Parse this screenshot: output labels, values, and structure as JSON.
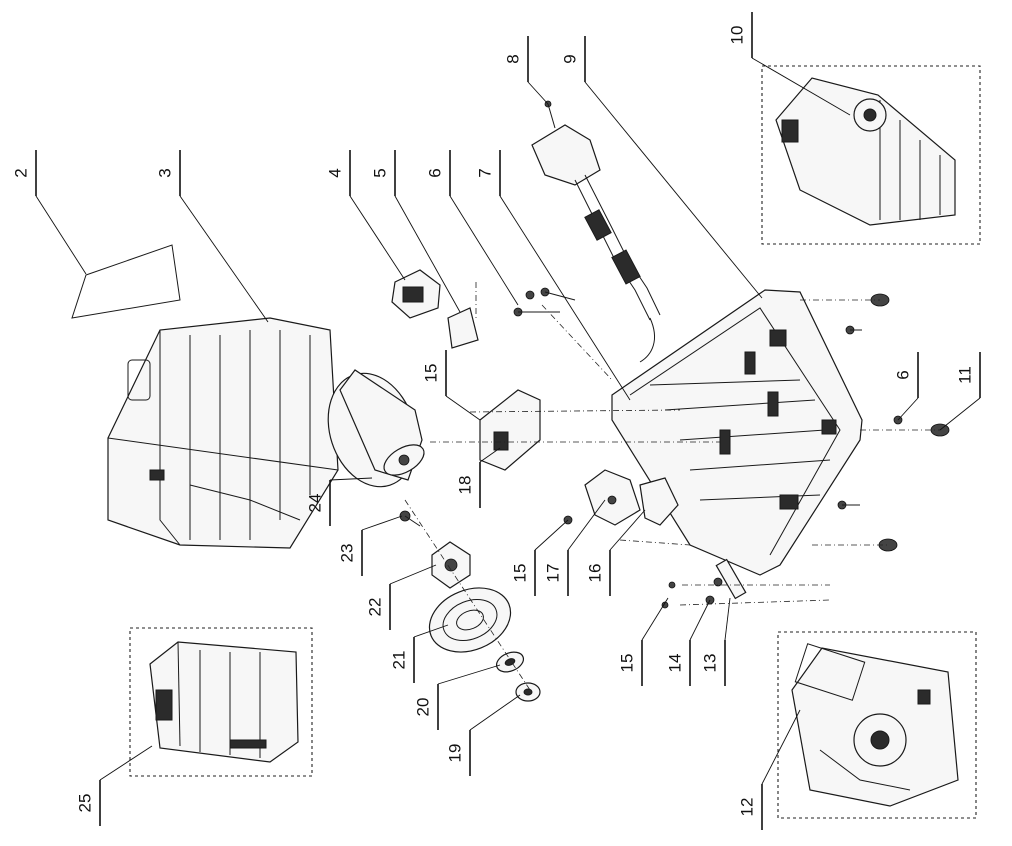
{
  "callouts": [
    {
      "id": "2",
      "label": "2"
    },
    {
      "id": "3",
      "label": "3"
    },
    {
      "id": "4",
      "label": "4"
    },
    {
      "id": "5",
      "label": "5"
    },
    {
      "id": "6",
      "label": "6"
    },
    {
      "id": "7",
      "label": "7"
    },
    {
      "id": "8",
      "label": "8"
    },
    {
      "id": "9",
      "label": "9"
    },
    {
      "id": "10",
      "label": "10"
    },
    {
      "id": "6b",
      "label": "6"
    },
    {
      "id": "11",
      "label": "11"
    },
    {
      "id": "12",
      "label": "12"
    },
    {
      "id": "13",
      "label": "13"
    },
    {
      "id": "14",
      "label": "14"
    },
    {
      "id": "15a",
      "label": "15"
    },
    {
      "id": "15b",
      "label": "15"
    },
    {
      "id": "15c",
      "label": "15"
    },
    {
      "id": "16",
      "label": "16"
    },
    {
      "id": "17",
      "label": "17"
    },
    {
      "id": "18",
      "label": "18"
    },
    {
      "id": "19",
      "label": "19"
    },
    {
      "id": "20",
      "label": "20"
    },
    {
      "id": "21",
      "label": "21"
    },
    {
      "id": "22",
      "label": "22"
    },
    {
      "id": "23",
      "label": "23"
    },
    {
      "id": "24",
      "label": "24"
    },
    {
      "id": "25",
      "label": "25"
    }
  ]
}
